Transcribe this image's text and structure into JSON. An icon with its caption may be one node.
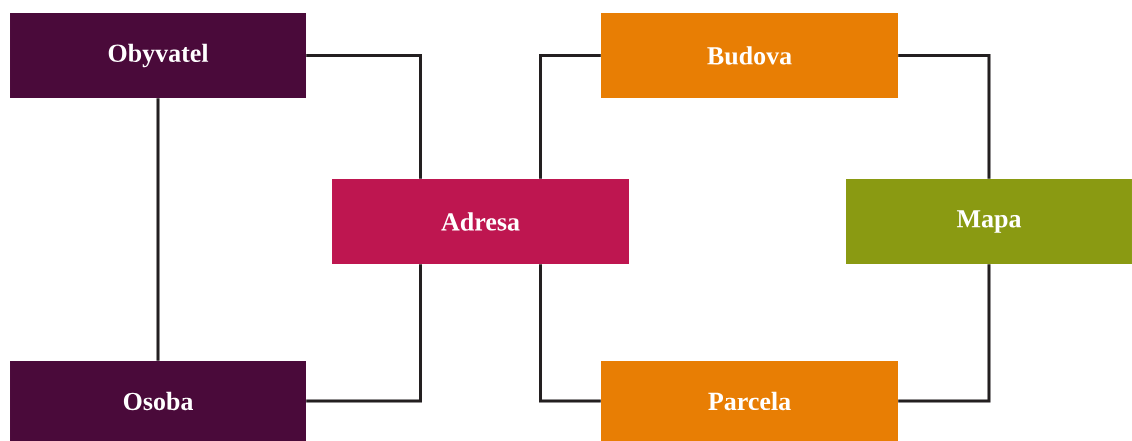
{
  "diagram": {
    "nodes": [
      {
        "text": [
          "Obyvatel"
        ]
      },
      {
        "text": [
          "Budova"
        ]
      },
      {
        "text": [
          "Adresa"
        ]
      },
      {
        "text": [
          "Mapa"
        ]
      },
      {
        "text": [
          "Osoba"
        ]
      },
      {
        "text": [
          "Parcela"
        ]
      }
    ],
    "edges": [
      {
        "from": 0,
        "to": 4,
        "arrow": "none"
      },
      {
        "from": 0,
        "to": 2,
        "arrow": "none"
      },
      {
        "from": 4,
        "to": 2,
        "arrow": "none"
      },
      {
        "from": 2,
        "to": 1,
        "arrow": "none"
      },
      {
        "from": 2,
        "to": 5,
        "arrow": "none"
      },
      {
        "from": 1,
        "to": 3,
        "arrow": "none"
      },
      {
        "from": 5,
        "to": 3,
        "arrow": "none"
      }
    ]
  }
}
